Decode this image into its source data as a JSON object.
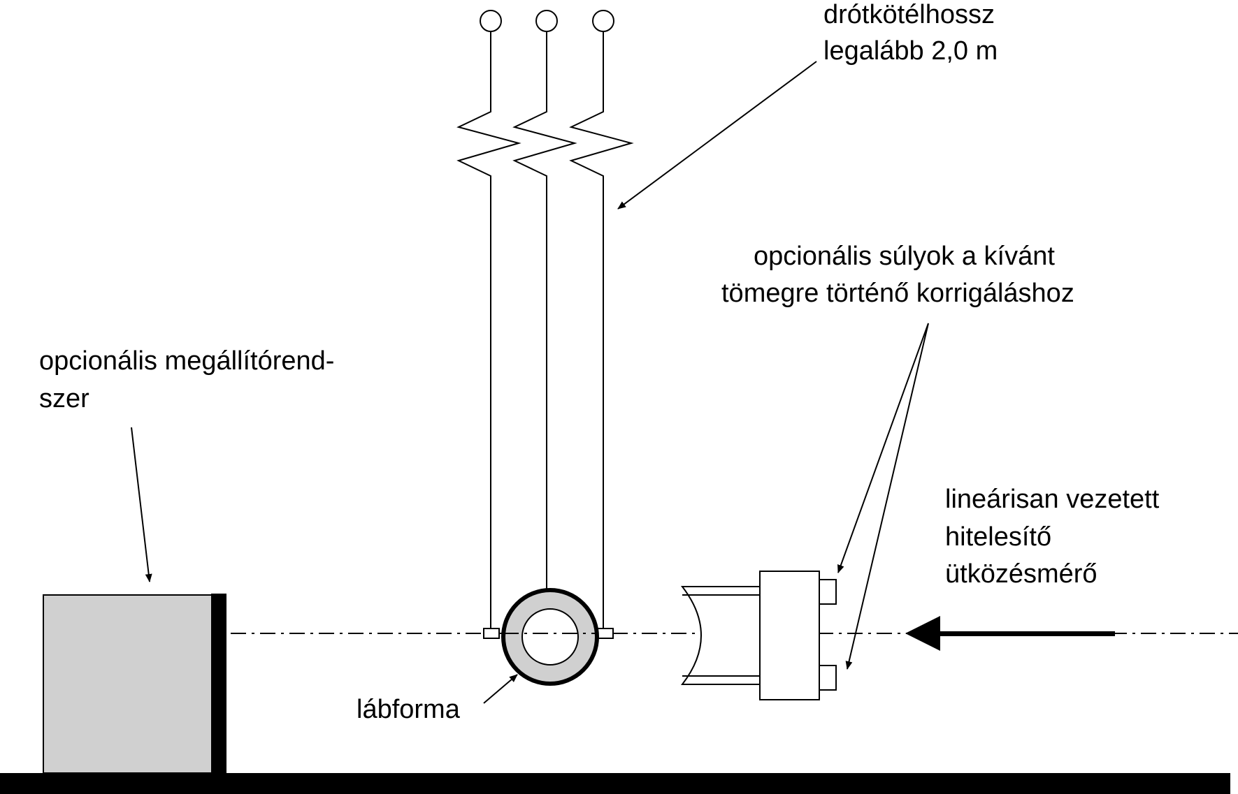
{
  "labels": {
    "wire_length_line1": "drótkötélhossz",
    "wire_length_line2": "legalább 2,0 m",
    "weights_line1": "opcionális súlyok a kívánt",
    "weights_line2": "tömegre történő korrigáláshoz",
    "stopping_line1": "opcionális megállítórend-",
    "stopping_line2": "szer",
    "impactor_line1": "lineárisan vezetett",
    "impactor_line2": "hitelesítő",
    "impactor_line3": "ütközésmérő",
    "legform": "lábforma"
  },
  "colors": {
    "stroke": "#000000",
    "fill_gray": "#d0d0d0",
    "background": "#ffffff"
  }
}
